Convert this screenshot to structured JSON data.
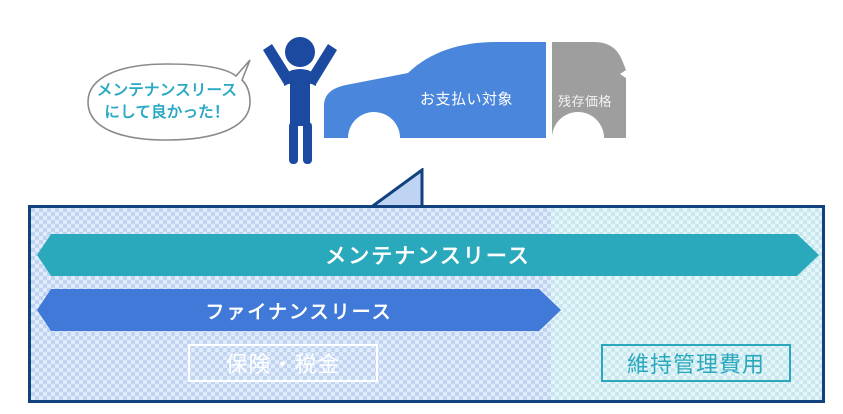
{
  "illustration": {
    "speech_bubble": {
      "line1": "メンテナンスリース",
      "line2": "にして良かった！",
      "text_color": "#2aa9c4",
      "outline_color": "#8a8a8a"
    },
    "person": {
      "name": "happy-person-figure",
      "color": "#1b4aa0"
    },
    "car": {
      "payment_label": "お支払い対象",
      "residual_label": "残存価格",
      "payment_color": "#4a86db",
      "residual_color": "#9e9e9e"
    }
  },
  "panel": {
    "border_color": "#12427e",
    "left_bg_color": "#bed4f2",
    "right_bg_color": "#c8e8ef",
    "bars": [
      {
        "label": "メンテナンスリース",
        "color": "#2aa9bc",
        "span": "full"
      },
      {
        "label": "ファイナンスリース",
        "color": "#4079d8",
        "span": "left"
      }
    ],
    "categories": [
      {
        "label": "保険・税金",
        "color": "#ffffff",
        "region": "left"
      },
      {
        "label": "維持管理費用",
        "color": "#2aa9bc",
        "region": "right"
      }
    ]
  }
}
